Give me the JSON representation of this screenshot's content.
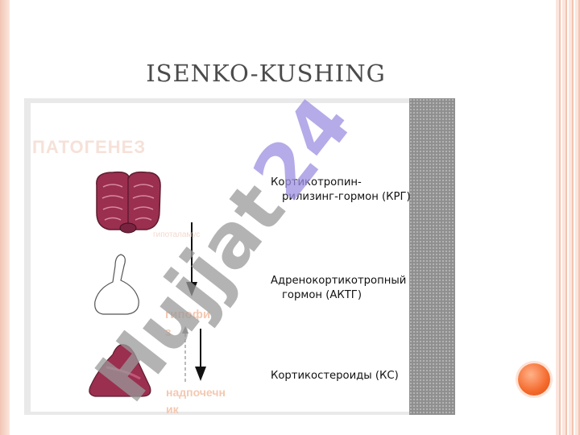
{
  "slide": {
    "title": "ISENKO-KUSHING",
    "heading": "ПАТОГЕНЕЗ"
  },
  "organ_labels": {
    "hypothalamus": "гипоталамус",
    "pituitary_line1": "гипофи",
    "pituitary_line2": "з",
    "adrenal_line1": "надпочечн",
    "adrenal_line2": "ик"
  },
  "hormones": {
    "crh_line1": "Кортикотропин-",
    "crh_line2": "рилизинг-гормон (КРГ)",
    "acth_line1": "Адренокортикотропный",
    "acth_line2": "гормон (АКТГ)",
    "cortico": "Кортикостероиды (КС)"
  },
  "watermark": {
    "text": "Hujjat 24"
  },
  "colors": {
    "title": "#4b4b4b",
    "organ_fill": "#9b2f4f",
    "watermark_grey": "#999999",
    "watermark_purple": "#9b8fe0",
    "accent_orange": "#f46a2c"
  }
}
